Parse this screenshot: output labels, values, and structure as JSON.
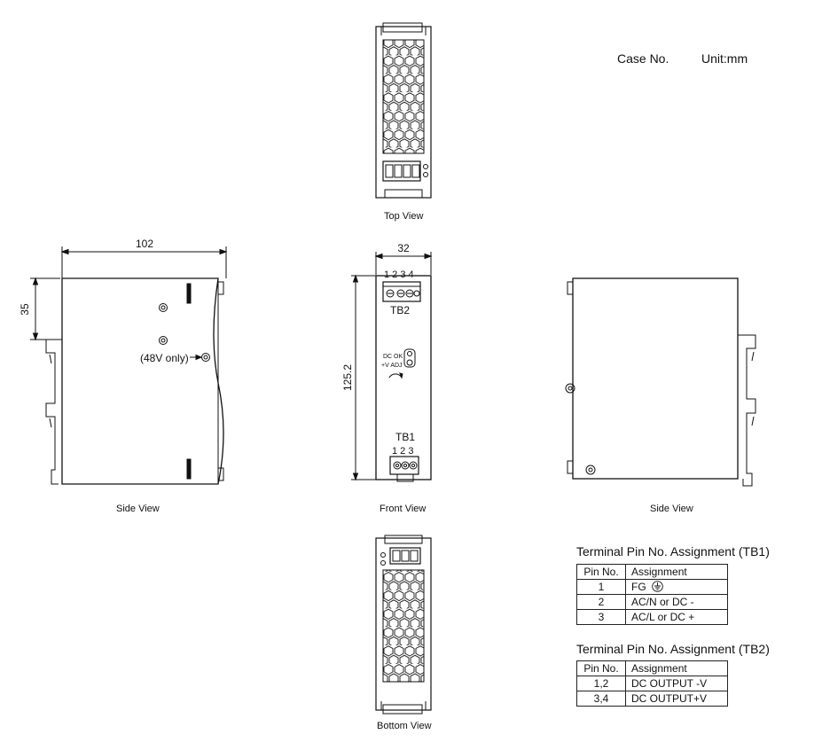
{
  "header": {
    "case_no": "Case No.",
    "unit": "Unit:mm"
  },
  "views": {
    "top": "Top View",
    "front": "Front View",
    "side_left": "Side View",
    "side_right": "Side View",
    "bottom": "Bottom View"
  },
  "dimensions": {
    "width": "102",
    "height_offset": "35",
    "depth": "32",
    "height": "125.2"
  },
  "callouts": {
    "only_48v": "(48V only)",
    "tb2": "TB2",
    "tb1": "TB1",
    "tb2_pins": "1 2 3 4",
    "tb1_pins": "1 2 3",
    "dc_ok": "DC OK",
    "v_adj": "+V ADJ"
  },
  "tables": [
    {
      "title": "Terminal Pin No.  Assignment (TB1)",
      "headers": [
        "Pin No.",
        "Assignment"
      ],
      "rows": [
        [
          "1",
          "FG",
          "ground-icon"
        ],
        [
          "2",
          "AC/N or DC -"
        ],
        [
          "3",
          "AC/L or DC +"
        ]
      ]
    },
    {
      "title": "Terminal Pin No.  Assignment (TB2)",
      "headers": [
        "Pin No.",
        "Assignment"
      ],
      "rows": [
        [
          "1,2",
          "DC OUTPUT -V"
        ],
        [
          "3,4",
          "DC OUTPUT+V"
        ]
      ]
    }
  ]
}
